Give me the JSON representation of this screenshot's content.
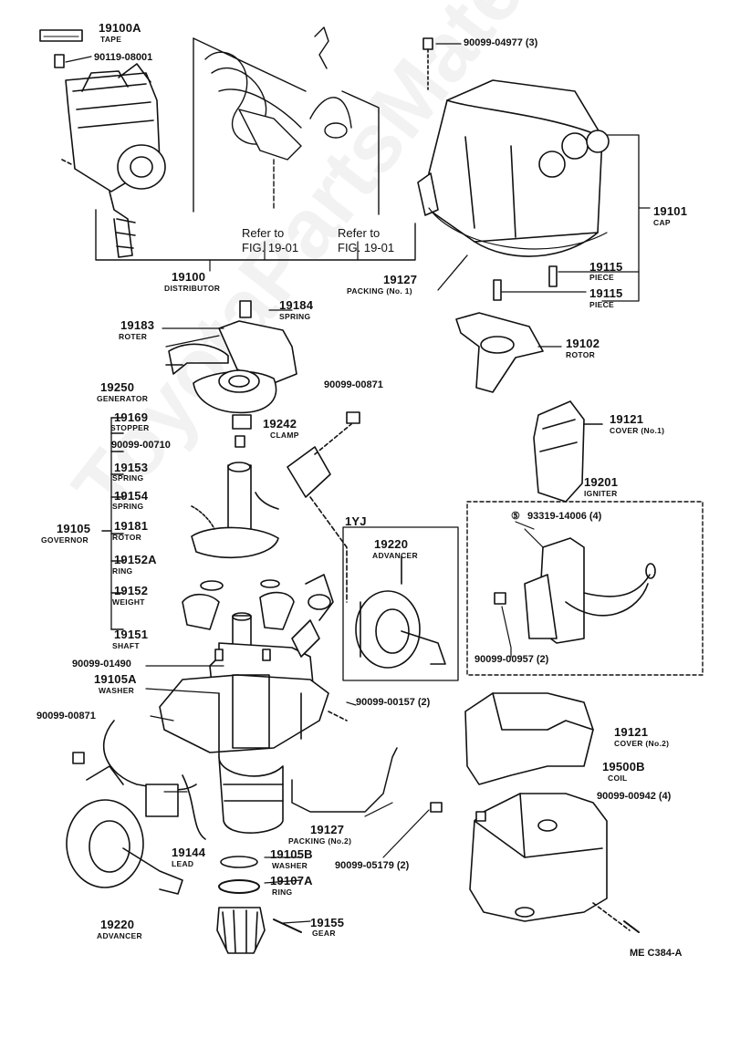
{
  "watermark": "ToyotaPartsMate.ru",
  "labels": {
    "p19100A_num": "19100A",
    "p19100A_name": "TAPE",
    "p90119": "90119-08001",
    "p90099_04977": "90099-04977 (3)",
    "refer1_a": "Refer to",
    "refer1_b": "FIG. 19-01",
    "refer2_a": "Refer to",
    "refer2_b": "FIG. 19-01",
    "p19100_num": "19100",
    "p19100_name": "DISTRIBUTOR",
    "p19127a_num": "19127",
    "p19127a_name": "PACKING (No. 1)",
    "p19101_num": "19101",
    "p19101_name": "CAP",
    "p19115a_num": "19115",
    "p19115a_name": "PIECE",
    "p19115b_num": "19115",
    "p19115b_name": "PIECE",
    "p19184_num": "19184",
    "p19184_name": "SPRING",
    "p19183_num": "19183",
    "p19183_name": "ROTER",
    "p19102_num": "19102",
    "p19102_name": "ROTOR",
    "p19250_num": "19250",
    "p19250_name": "GENERATOR",
    "p90099_00871a": "90099-00871",
    "p19169_num": "19169",
    "p19169_name": "STOPPER",
    "p19242_num": "19242",
    "p19242_name": "CLAMP",
    "p19121a_num": "19121",
    "p19121a_name": "COVER (No.1)",
    "p90099_00710": "90099-00710",
    "p19153_num": "19153",
    "p19153_name": "SPRING",
    "p19201_num": "19201",
    "p19201_name": "IGNITER",
    "p19154_num": "19154",
    "p19154_name": "SPRING",
    "yj": "1YJ",
    "p93319": "93319-14006 (4)",
    "p19105_num": "19105",
    "p19105_name": "GOVERNOR",
    "p19181_num": "19181",
    "p19181_name": "ROTOR",
    "p19220a_num": "19220",
    "p19220a_name": "ADVANCER",
    "p19152A_num": "19152A",
    "p19152A_name": "RING",
    "p19152_num": "19152",
    "p19152_name": "WEIGHT",
    "p19151_num": "19151",
    "p19151_name": "SHAFT",
    "p90099_00957": "90099-00957 (2)",
    "p90099_01490": "90099-01490",
    "p19105A_num": "19105A",
    "p19105A_name": "WASHER",
    "p90099_00157": "90099-00157 (2)",
    "p90099_00871b": "90099-00871",
    "p19121b_num": "19121",
    "p19121b_name": "COVER (No.2)",
    "p19500B_num": "19500B",
    "p19500B_name": "COIL",
    "p90099_00942": "90099-00942 (4)",
    "p19127b_num": "19127",
    "p19127b_name": "PACKING (No.2)",
    "p19144_num": "19144",
    "p19144_name": "LEAD",
    "p19105B_num": "19105B",
    "p19105B_name": "WASHER",
    "p90099_05179": "90099-05179 (2)",
    "p19107A_num": "19107A",
    "p19107A_name": "RING",
    "p19220b_num": "19220",
    "p19220b_name": "ADVANCER",
    "p19155_num": "19155",
    "p19155_name": "GEAR",
    "fig_code": "ME C384-A"
  }
}
